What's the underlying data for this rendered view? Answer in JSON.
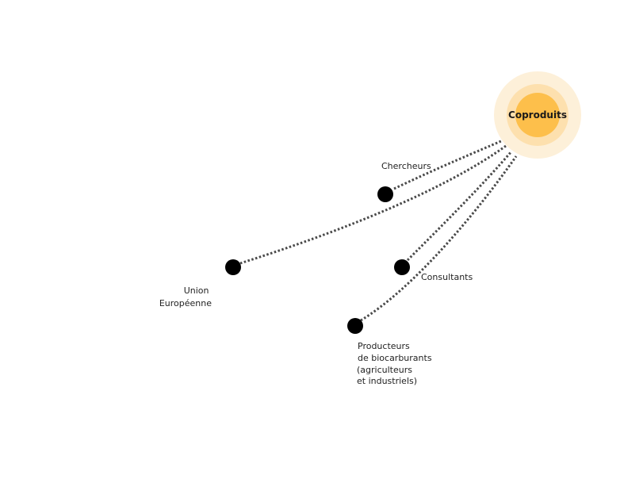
{
  "colors": {
    "hub_outer": "#fdf0d9",
    "hub_middle": "#fde0ae",
    "hub_inner": "#fdbf4b",
    "node": "#000000",
    "link": "#4a4a4a"
  },
  "hub": {
    "label": "Coproduits"
  },
  "nodes": [
    {
      "id": "chercheurs",
      "lines": [
        "Chercheurs"
      ]
    },
    {
      "id": "union-europeenne",
      "lines": [
        "Union",
        "Européenne"
      ]
    },
    {
      "id": "consultants",
      "lines": [
        "Consultants"
      ]
    },
    {
      "id": "producteurs",
      "lines": [
        "Producteurs",
        "de biocarburants",
        "(agriculteurs",
        "et industriels)"
      ]
    }
  ]
}
